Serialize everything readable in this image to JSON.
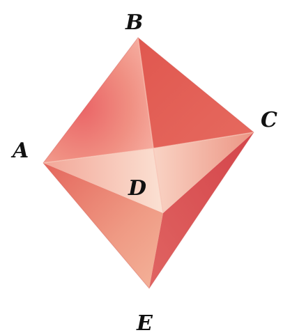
{
  "figure": {
    "labels": {
      "A": "A",
      "B": "B",
      "C": "C",
      "D": "D",
      "E": "E"
    },
    "colors": {
      "background": "#ffffff",
      "label": "#111111",
      "face_light": "#f7c4b4",
      "face_mid": "#ef8a7c",
      "face_dark": "#d9514a"
    }
  }
}
